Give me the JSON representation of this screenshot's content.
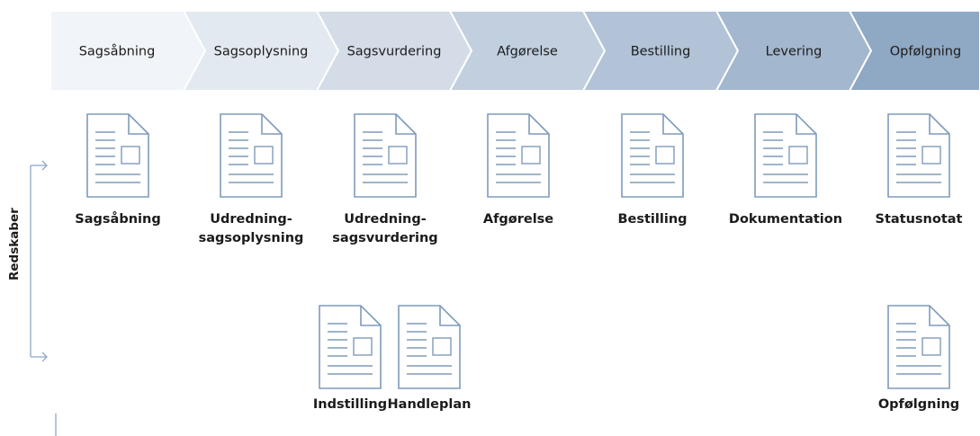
{
  "process_steps": [
    {
      "label": "Sagsåbning",
      "color": "#f1f4f8"
    },
    {
      "label": "Sagsoplysning",
      "color": "#e3e9f0"
    },
    {
      "label": "Sagsvurdering",
      "color": "#d3dce7"
    },
    {
      "label": "Afgørelse",
      "color": "#c2cfdf"
    },
    {
      "label": "Bestilling",
      "color": "#b2c3d7"
    },
    {
      "label": "Levering",
      "color": "#a3b7ce"
    },
    {
      "label": "Opfølgning",
      "color": "#8fa8c3"
    }
  ],
  "side_label": "Redskaber",
  "tools_row1": [
    {
      "label": "Sagsåbning"
    },
    {
      "label": "Udredning-\nsagsoplysning"
    },
    {
      "label": "Udredning-\nsagsvurdering"
    },
    {
      "label": "Afgørelse"
    },
    {
      "label": "Bestilling"
    },
    {
      "label": "Dokumentation"
    },
    {
      "label": "Statusnotat"
    }
  ],
  "tools_row2": [
    {
      "label": "Indstilling"
    },
    {
      "label": "Handleplan"
    },
    {
      "label": "Opfølgning"
    }
  ],
  "colors": {
    "line": "#8fa8c3",
    "doc_stroke": "#7f9bbb",
    "text": "#1b1b1b"
  }
}
